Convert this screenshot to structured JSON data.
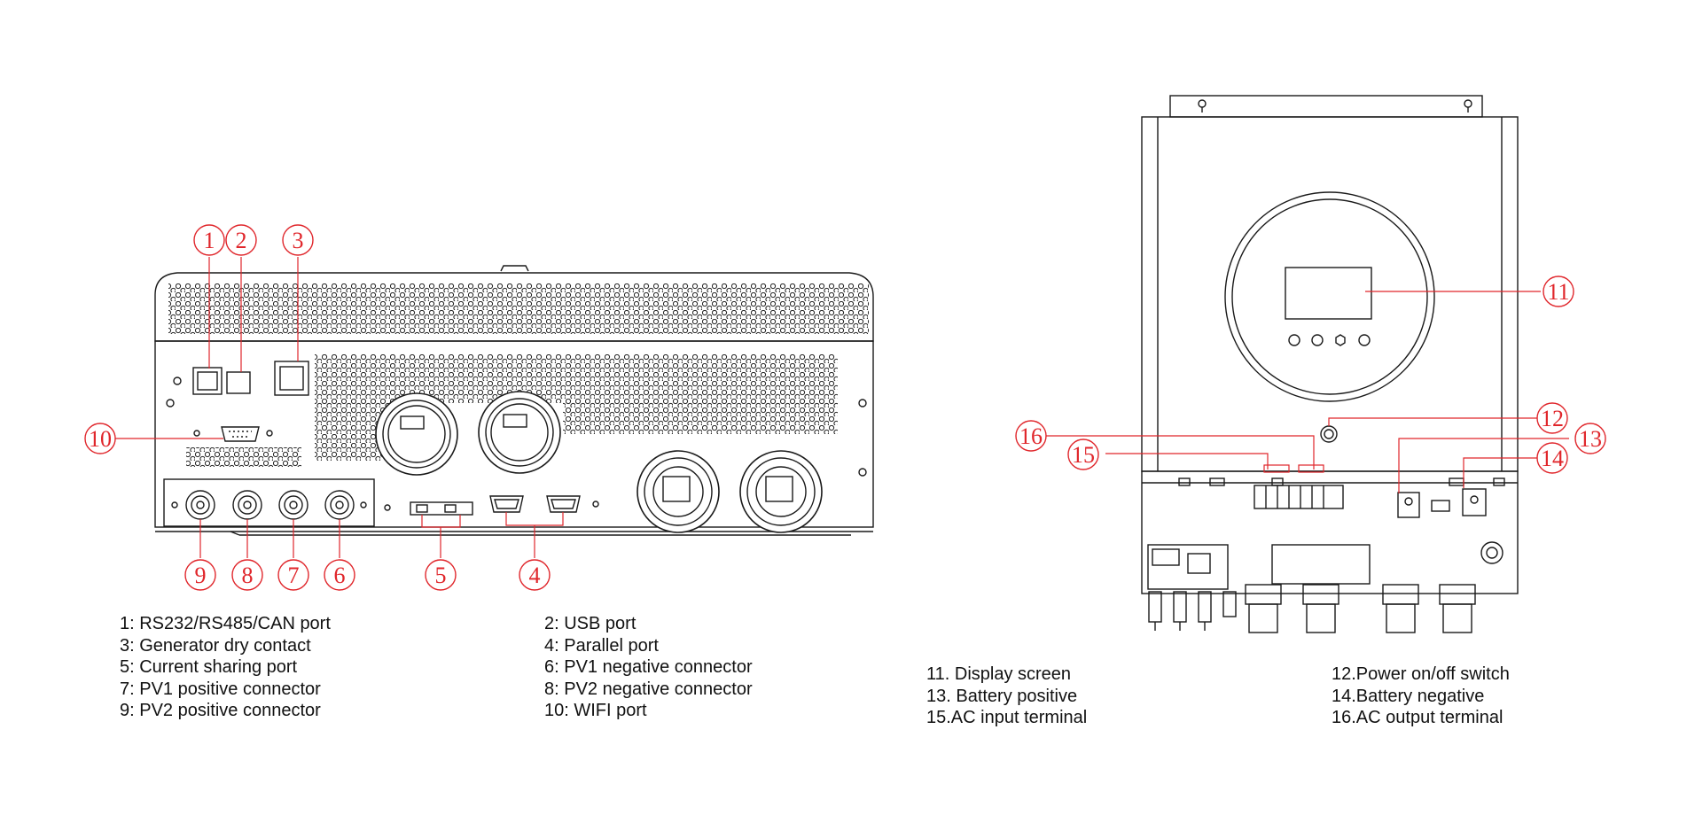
{
  "callouts": [
    "1",
    "2",
    "3",
    "4",
    "5",
    "6",
    "7",
    "8",
    "9",
    "10",
    "11",
    "12",
    "13",
    "14",
    "15",
    "16"
  ],
  "legend_rear": {
    "left": [
      "1: RS232/RS485/CAN port",
      "3: Generator dry contact",
      "5: Current sharing port",
      "7: PV1 positive connector",
      "9: PV2 positive connector"
    ],
    "right": [
      "2: USB port",
      "4: Parallel port",
      "6: PV1 negative connector",
      "8: PV2 negative connector",
      "10: WIFI port"
    ]
  },
  "legend_front": {
    "left": [
      "11. Display screen",
      "13. Battery positive",
      "15.AC input terminal"
    ],
    "right": [
      "12.Power on/off switch",
      "14.Battery negative",
      "16.AC output terminal"
    ]
  },
  "colors": {
    "callout": "#e0262b",
    "drawing": "#1a1a1a"
  }
}
